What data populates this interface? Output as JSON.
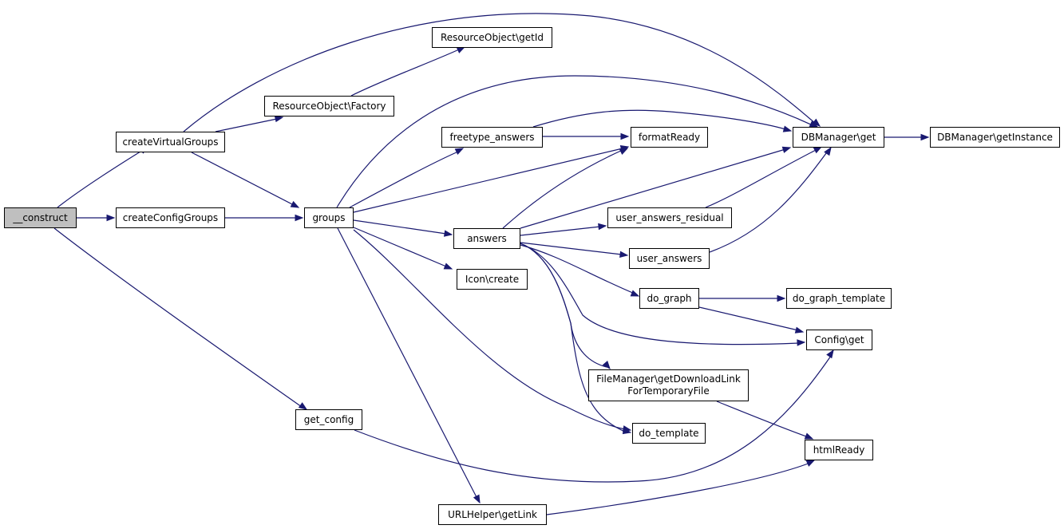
{
  "nodes": [
    {
      "id": "construct",
      "label": "__construct",
      "root": true
    },
    {
      "id": "createVirtualGroups",
      "label": "createVirtualGroups"
    },
    {
      "id": "createConfigGroups",
      "label": "createConfigGroups"
    },
    {
      "id": "get_config",
      "label": "get_config"
    },
    {
      "id": "resourceFactory",
      "label": "ResourceObject\\Factory"
    },
    {
      "id": "resourceGetId",
      "label": "ResourceObject\\getId"
    },
    {
      "id": "groups",
      "label": "groups"
    },
    {
      "id": "freetype_answers",
      "label": "freetype_answers"
    },
    {
      "id": "answers",
      "label": "answers"
    },
    {
      "id": "iconCreate",
      "label": "Icon\\create"
    },
    {
      "id": "formatReady",
      "label": "formatReady"
    },
    {
      "id": "dbGet",
      "label": "DBManager\\get"
    },
    {
      "id": "dbGetInstance",
      "label": "DBManager\\getInstance"
    },
    {
      "id": "uar",
      "label": "user_answers_residual"
    },
    {
      "id": "ua",
      "label": "user_answers"
    },
    {
      "id": "doGraph",
      "label": "do_graph"
    },
    {
      "id": "doGraphTemplate",
      "label": "do_graph_template"
    },
    {
      "id": "configGet",
      "label": "Config\\get"
    },
    {
      "id": "fileManager",
      "label": "FileManager\\getDownloadLink",
      "label2": "ForTemporaryFile"
    },
    {
      "id": "doTemplate",
      "label": "do_template"
    },
    {
      "id": "htmlReady",
      "label": "htmlReady"
    },
    {
      "id": "urlHelper",
      "label": "URLHelper\\getLink"
    }
  ],
  "edges": [
    {
      "from": "construct",
      "to": "createVirtualGroups"
    },
    {
      "from": "construct",
      "to": "createConfigGroups"
    },
    {
      "from": "construct",
      "to": "get_config"
    },
    {
      "from": "createVirtualGroups",
      "to": "resourceFactory"
    },
    {
      "from": "createVirtualGroups",
      "to": "dbGet"
    },
    {
      "from": "createVirtualGroups",
      "to": "groups"
    },
    {
      "from": "resourceFactory",
      "to": "resourceGetId"
    },
    {
      "from": "createConfigGroups",
      "to": "groups"
    },
    {
      "from": "get_config",
      "to": "configGet"
    },
    {
      "from": "groups",
      "to": "dbGet"
    },
    {
      "from": "groups",
      "to": "freetype_answers"
    },
    {
      "from": "groups",
      "to": "formatReady"
    },
    {
      "from": "groups",
      "to": "answers"
    },
    {
      "from": "groups",
      "to": "iconCreate"
    },
    {
      "from": "groups",
      "to": "doTemplate"
    },
    {
      "from": "groups",
      "to": "urlHelper"
    },
    {
      "from": "freetype_answers",
      "to": "formatReady"
    },
    {
      "from": "freetype_answers",
      "to": "dbGet"
    },
    {
      "from": "answers",
      "to": "formatReady"
    },
    {
      "from": "answers",
      "to": "dbGet"
    },
    {
      "from": "answers",
      "to": "uar"
    },
    {
      "from": "answers",
      "to": "ua"
    },
    {
      "from": "answers",
      "to": "doGraph"
    },
    {
      "from": "answers",
      "to": "configGet"
    },
    {
      "from": "answers",
      "to": "fileManager"
    },
    {
      "from": "answers",
      "to": "doTemplate"
    },
    {
      "from": "dbGet",
      "to": "dbGetInstance"
    },
    {
      "from": "uar",
      "to": "dbGet"
    },
    {
      "from": "ua",
      "to": "dbGet"
    },
    {
      "from": "doGraph",
      "to": "doGraphTemplate"
    },
    {
      "from": "doGraph",
      "to": "configGet"
    },
    {
      "from": "fileManager",
      "to": "htmlReady"
    },
    {
      "from": "urlHelper",
      "to": "htmlReady"
    }
  ]
}
